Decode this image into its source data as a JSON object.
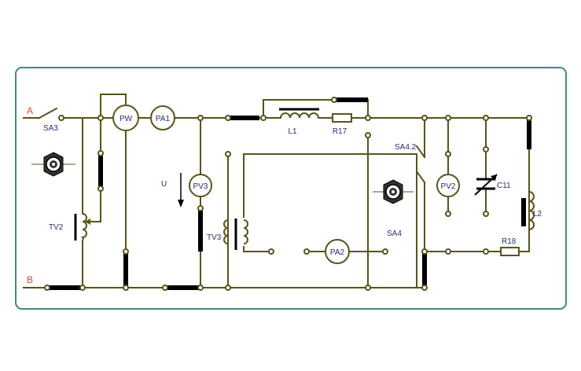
{
  "phases": {
    "a": "A",
    "b": "B"
  },
  "labels": {
    "sa3": "SA3",
    "pw": "PW",
    "pa1": "PA1",
    "l1": "L1",
    "r17": "R17",
    "sa4_2": "SA4.2",
    "tv2": "TV2",
    "u": "U",
    "pv3": "PV3",
    "tv3": "TV3",
    "pa2": "PA2",
    "sa4": "SA4",
    "pv2": "PV2",
    "c11": "C11",
    "l2": "L2",
    "r18": "R18"
  },
  "colors": {
    "frame": "#3f8a86",
    "wire": "#5a5418",
    "thick": "#000000",
    "label": "#2a2a7a",
    "phase": "#e8452c"
  }
}
